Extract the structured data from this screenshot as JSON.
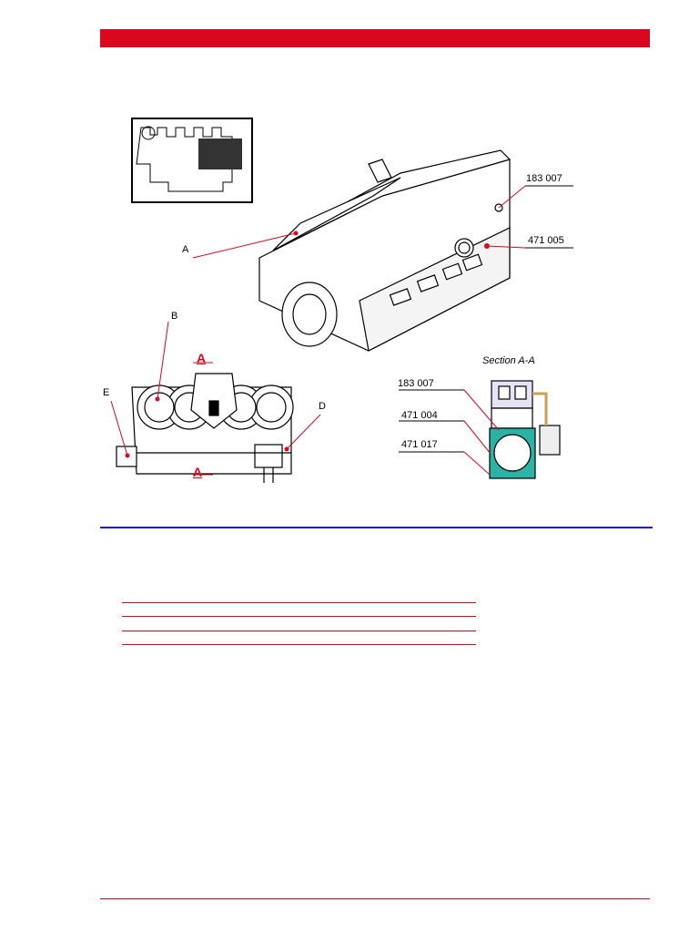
{
  "labels": {
    "a": "A",
    "b": "B",
    "d": "D",
    "e": "E",
    "p183007_top": "183 007",
    "p471005": "471 005",
    "section_title": "Section A-A",
    "p183007_sec": "183 007",
    "p471004": "471 004",
    "p471017": "471 017",
    "cut_top": "A",
    "cut_bottom": "A"
  },
  "colors": {
    "accent_red": "#d9081f",
    "rule_blue": "#1a1adb",
    "section_cyan": "#2bb3a6"
  }
}
